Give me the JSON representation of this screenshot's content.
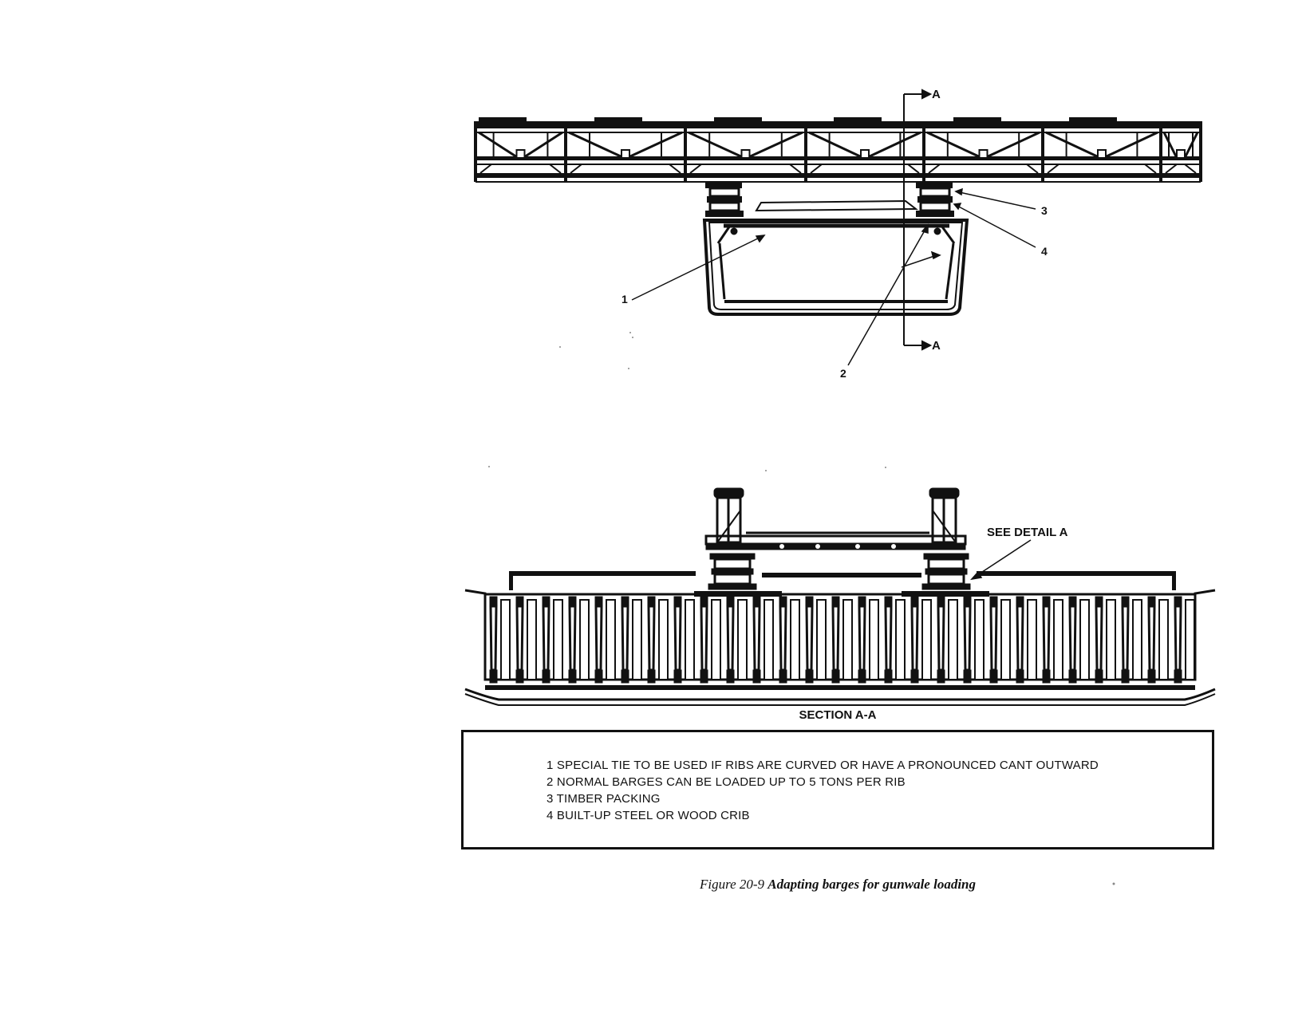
{
  "figure": {
    "number": "Figure 20-9",
    "title": "Adapting barges for gunwale loading"
  },
  "cross_section": {
    "section_marker_top": "A",
    "section_marker_bottom": "A",
    "callouts": [
      "1",
      "2",
      "3",
      "4"
    ]
  },
  "section_view": {
    "title": "SECTION A-A",
    "detail_reference": "SEE DETAIL A"
  },
  "notes": [
    "1 SPECIAL TIE TO BE USED IF RIBS ARE CURVED OR HAVE A PRONOUNCED CANT OUTWARD",
    "2 NORMAL BARGES CAN BE LOADED UP TO 5 TONS PER RIB",
    "3 TIMBER PACKING",
    "4 BUILT-UP STEEL OR WOOD CRIB"
  ]
}
